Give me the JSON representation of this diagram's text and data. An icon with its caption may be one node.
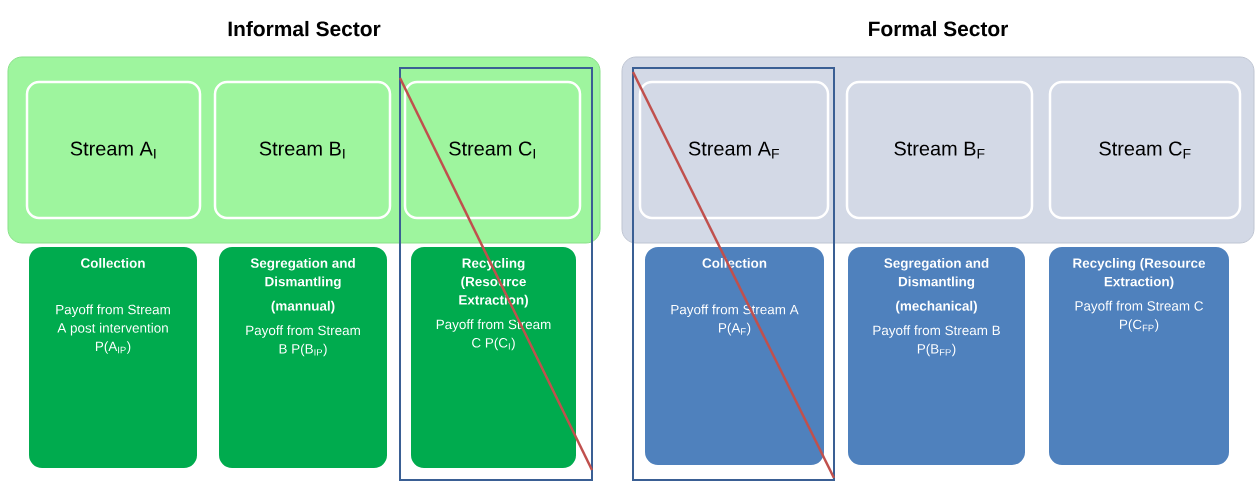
{
  "diagram": {
    "nodes": [
      {
        "text": [
          "Informal Sector"
        ]
      },
      {
        "text": [
          "Stream A$_{I}$"
        ],
        "in": 0
      },
      {
        "text": [
          "Stream B$_{I}$"
        ],
        "in": 0
      },
      {
        "text": [
          "Stream C$_{I}$"
        ],
        "in": 0
      },
      {
        "text": [
          "Collection",
          "Payoff from Stream A post intervention P(A$_{IP}$)"
        ]
      },
      {
        "text": [
          "Segregation and Dismantling",
          "(mannual)",
          "Payoff from Stream B P(B$_{IP}$)"
        ]
      },
      {
        "text": [
          "Recycling (Resource Extraction)",
          "Payoff from Stream C P(C$_{I}$)"
        ]
      },
      {
        "text": [
          "Formal Sector"
        ]
      },
      {
        "text": [
          "Stream A$_{F}$"
        ],
        "in": 7
      },
      {
        "text": [
          "Stream B$_{F}$"
        ],
        "in": 7
      },
      {
        "text": [
          "Stream C$_{F}$"
        ],
        "in": 7
      },
      {
        "text": [
          "Collection",
          "Payoff from Stream A P(A$_{F}$)"
        ]
      },
      {
        "text": [
          "Segregation and Dismantling",
          "(mechanical)",
          "Payoff from Stream B P(B$_{FP}$)"
        ]
      },
      {
        "text": [
          "Recycling (Resource Extraction)",
          "Payoff from Stream C P(C$_{FP}$)"
        ]
      }
    ]
  }
}
